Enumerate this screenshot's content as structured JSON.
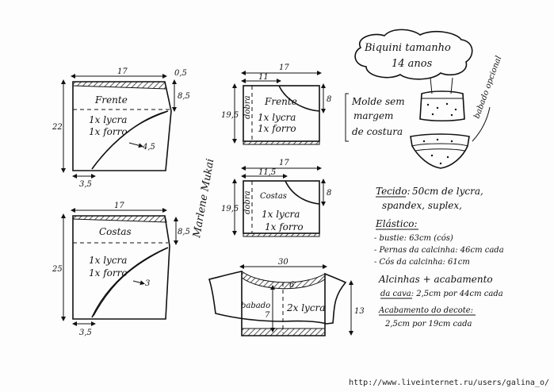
{
  "title": {
    "line1": "Biquini tamanho",
    "line2": "14 anos"
  },
  "notes": {
    "mold": [
      "Molde sem",
      "margem",
      "de costura"
    ],
    "ruffle_optional": "babado opcional"
  },
  "pieces": {
    "frente_large": {
      "name": "Frente",
      "line1": "1x lycra",
      "line2": "1x forro",
      "dims": {
        "width": "17",
        "height": "22",
        "bottom": "3,5",
        "top_right": "0,5",
        "side": "8,5",
        "curve": "4,5"
      }
    },
    "costas_large": {
      "name": "Costas",
      "line1": "1x lycra",
      "line2": "1x forro",
      "dims": {
        "width": "17",
        "height": "25",
        "bottom": "3,5",
        "side": "8,5",
        "curve": "3"
      }
    },
    "frente_top": {
      "name": "Frente",
      "fold": "dobra",
      "line1": "1x lycra",
      "line2": "1x forro",
      "dims": {
        "width": "17",
        "inner": "11",
        "height": "19,5",
        "right": "8"
      }
    },
    "costas_top": {
      "name": "Costas",
      "fold": "dobra",
      "line1": "1x lycra",
      "line2": "1x forro",
      "dims": {
        "width": "17",
        "inner": "11,5",
        "height": "19,5",
        "right": "8"
      }
    },
    "babado": {
      "name": "babado",
      "count": "2x lycra",
      "dims": {
        "width": "30",
        "inner": "6",
        "left": "7",
        "right": "13"
      }
    }
  },
  "materials": {
    "fabric_heading": "Tecido:",
    "fabric_text": "50cm de lycra,",
    "fabric_text2": "spandex, suplex,",
    "elastic_heading": "Elástico:",
    "elastic_items": [
      "- bustie: 63cm (cós)",
      "- Pernas da calcinha: 46cm cada",
      "- Cós da calcinha: 61cm"
    ],
    "straps_line1": "Alcinhas + acabamento",
    "straps_line2": "da cava: 2,5cm por 44cm cada",
    "neck_line1": "Acabamento do decote:",
    "neck_line2": "2,5cm por 19cm cada"
  },
  "signature": "Marlene Mukai",
  "footer": "http://www.liveinternet.ru/users/galina_o/"
}
